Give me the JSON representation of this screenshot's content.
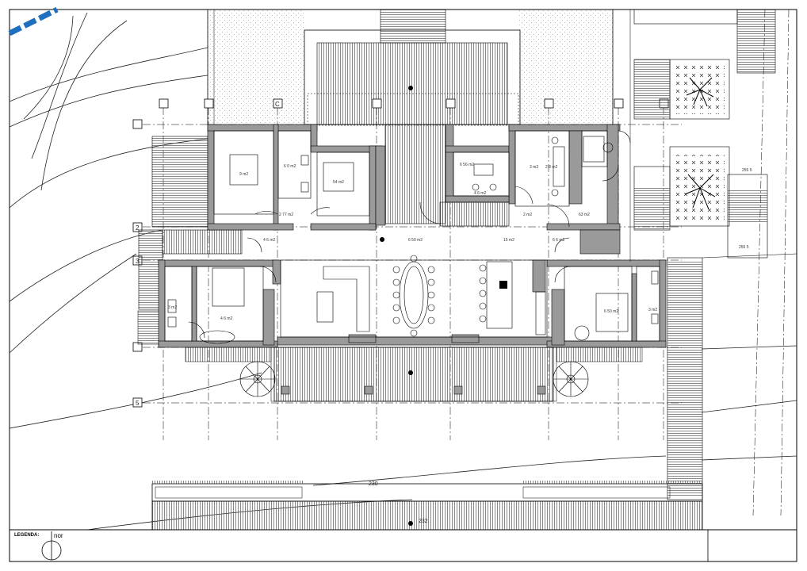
{
  "legend": {
    "label": "LEGENDA:",
    "north": "nor"
  },
  "levels": {
    "top": "230",
    "bottom": "232"
  },
  "axis_markers": [
    {
      "text": "C"
    },
    {
      "text": "2"
    },
    {
      "text": "3"
    },
    {
      "text": "5"
    }
  ],
  "room_labels": [
    "9 m2",
    "6 0 m2",
    "2 77 m2",
    "54 m2",
    "6 56 m2",
    "3 m2",
    "2 m2",
    "63 m2",
    "4 6 m2",
    "6 50 m2",
    "15 m2",
    "6 6 m2",
    "3 m2",
    "4 6 m2",
    "6 50 m2",
    "3 m2",
    "2 8 m2",
    "4 6 m2",
    "255 5",
    "255 5"
  ],
  "colors": {
    "wall": "#9a9a9a",
    "line": "#000000",
    "accent": "#1f6fbf",
    "hatch": "#555555"
  }
}
